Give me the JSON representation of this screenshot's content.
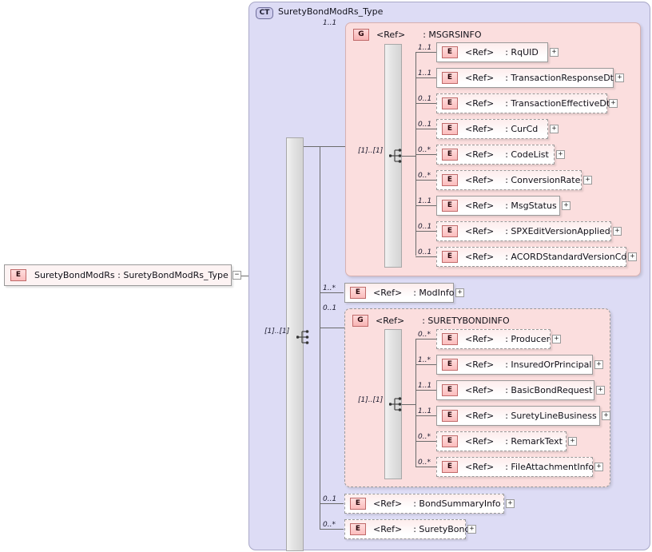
{
  "diagram": {
    "type": "xsd-schema-diagram",
    "root_element": {
      "badge": "E",
      "label": "SuretyBondModRs : SuretyBondModRs_Type",
      "toggle": "−"
    },
    "complex_type": {
      "badge": "CT",
      "title": "SuretyBondModRs_Type",
      "sequence_label": "[1]..[1]"
    },
    "ref_label": "<Ref>",
    "plus": "+",
    "groups": [
      {
        "badge": "G",
        "ref": "<Ref>",
        "name": ": MSGRSINFO",
        "cardinality": "1..1",
        "optional": false,
        "sequence_label": "[1]..[1]",
        "children": [
          {
            "badge": "E",
            "ref": "<Ref>",
            "name": ": RqUID",
            "cardinality": "1..1",
            "optional": false
          },
          {
            "badge": "E",
            "ref": "<Ref>",
            "name": ": TransactionResponseDt",
            "cardinality": "1..1",
            "optional": false
          },
          {
            "badge": "E",
            "ref": "<Ref>",
            "name": ": TransactionEffectiveDt",
            "cardinality": "0..1",
            "optional": true
          },
          {
            "badge": "E",
            "ref": "<Ref>",
            "name": ": CurCd",
            "cardinality": "0..1",
            "optional": true
          },
          {
            "badge": "E",
            "ref": "<Ref>",
            "name": ": CodeList",
            "cardinality": "0..*",
            "optional": true
          },
          {
            "badge": "E",
            "ref": "<Ref>",
            "name": ": ConversionRate",
            "cardinality": "0..*",
            "optional": true
          },
          {
            "badge": "E",
            "ref": "<Ref>",
            "name": ": MsgStatus",
            "cardinality": "1..1",
            "optional": false
          },
          {
            "badge": "E",
            "ref": "<Ref>",
            "name": ": SPXEditVersionApplied",
            "cardinality": "0..1",
            "optional": true
          },
          {
            "badge": "E",
            "ref": "<Ref>",
            "name": ": ACORDStandardVersionCd",
            "cardinality": "0..1",
            "optional": true
          }
        ]
      },
      {
        "badge": "G",
        "ref": "<Ref>",
        "name": ": SURETYBONDINFO",
        "cardinality": "0..1",
        "optional": true,
        "sequence_label": "[1]..[1]",
        "children": [
          {
            "badge": "E",
            "ref": "<Ref>",
            "name": ": Producer",
            "cardinality": "0..*",
            "optional": true
          },
          {
            "badge": "E",
            "ref": "<Ref>",
            "name": ": InsuredOrPrincipal",
            "cardinality": "1..*",
            "optional": false
          },
          {
            "badge": "E",
            "ref": "<Ref>",
            "name": ": BasicBondRequest",
            "cardinality": "1..1",
            "optional": false
          },
          {
            "badge": "E",
            "ref": "<Ref>",
            "name": ": SuretyLineBusiness",
            "cardinality": "1..1",
            "optional": false
          },
          {
            "badge": "E",
            "ref": "<Ref>",
            "name": ": RemarkText",
            "cardinality": "0..*",
            "optional": true
          },
          {
            "badge": "E",
            "ref": "<Ref>",
            "name": ": FileAttachmentInfo",
            "cardinality": "0..*",
            "optional": true
          }
        ]
      }
    ],
    "top_level_elements": [
      {
        "badge": "E",
        "ref": "<Ref>",
        "name": ": ModInfo",
        "cardinality": "1..*",
        "optional": false
      },
      {
        "badge": "E",
        "ref": "<Ref>",
        "name": ": BondSummaryInfo",
        "cardinality": "0..1",
        "optional": true
      },
      {
        "badge": "E",
        "ref": "<Ref>",
        "name": ": SuretyBond",
        "cardinality": "0..*",
        "optional": true
      }
    ],
    "colors": {
      "complex_type_bg": "#dddcf5",
      "group_bg": "#fbdede",
      "element_bg": "#fdecec",
      "badge_border": "#c06a6a",
      "line": "#6b6b6b"
    }
  }
}
